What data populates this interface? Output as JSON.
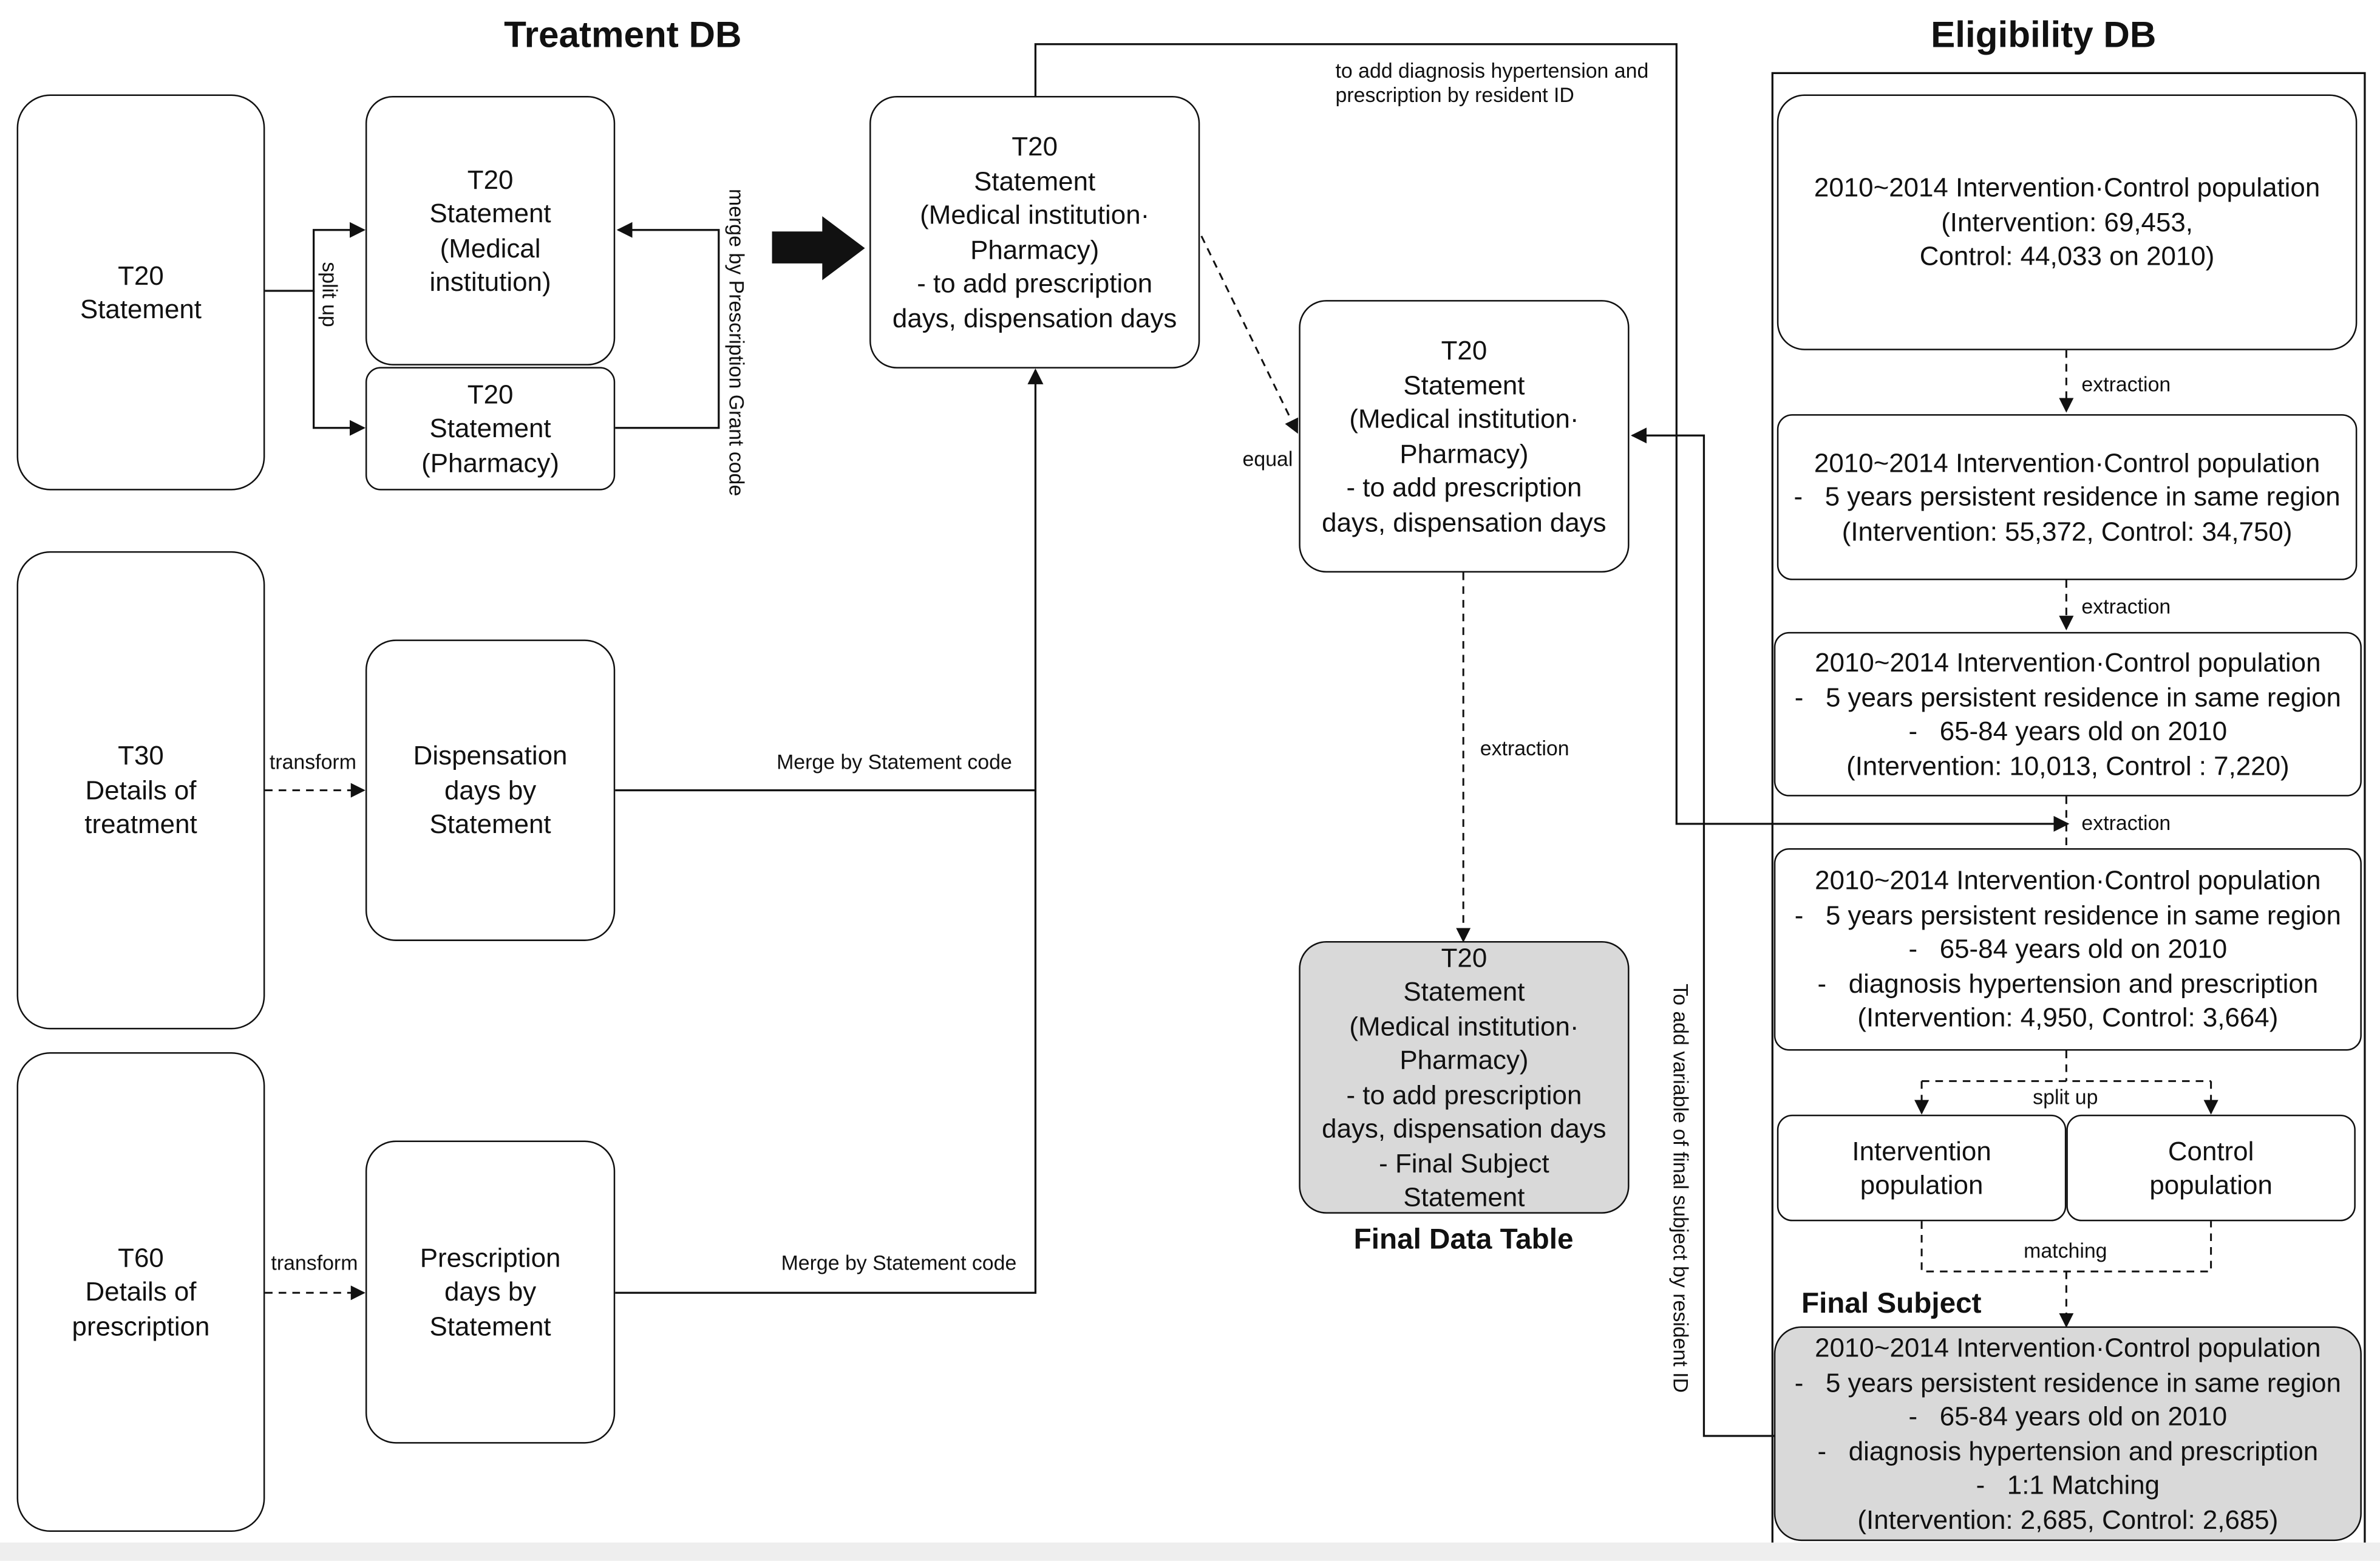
{
  "titles": {
    "treatment_db": "Treatment DB",
    "eligibility_db": "Eligibility DB",
    "final_data_table": "Final Data Table",
    "final_subject": "Final Subject"
  },
  "boxes": {
    "t20_statement": [
      "T20",
      "Statement"
    ],
    "t20_medical": [
      "T20",
      "Statement",
      "(Medical",
      "institution)"
    ],
    "t20_pharmacy": [
      "T20",
      "Statement",
      "(Pharmacy)"
    ],
    "t20_merged": [
      "T20",
      "Statement",
      "(Medical institution·",
      "Pharmacy)",
      "- to add prescription",
      "days, dispensation days"
    ],
    "t20_equal": [
      "T20",
      "Statement",
      "(Medical institution·",
      "Pharmacy)",
      "- to add prescription",
      "days, dispensation days"
    ],
    "t20_final": [
      "T20",
      "Statement",
      "(Medical institution·",
      "Pharmacy)",
      "- to add prescription",
      "days, dispensation days",
      "- Final Subject",
      "Statement"
    ],
    "t30_details": [
      "T30",
      "Details of",
      "treatment"
    ],
    "dispensation_days": [
      "Dispensation",
      "days by",
      "Statement"
    ],
    "t60_details": [
      "T60",
      "Details of",
      "prescription"
    ],
    "prescription_days": [
      "Prescription",
      "days by",
      "Statement"
    ],
    "elig_1": [
      "2010~2014 Intervention·Control population",
      "(Intervention: 69,453,",
      "Control: 44,033 on 2010)"
    ],
    "elig_2": [
      "2010~2014 Intervention·Control population",
      "-   5 years persistent residence in same region",
      "(Intervention: 55,372, Control: 34,750)"
    ],
    "elig_3": [
      "2010~2014 Intervention·Control population",
      "-   5 years persistent residence in same region",
      "-   65-84 years old on 2010",
      "(Intervention: 10,013, Control : 7,220)"
    ],
    "elig_4": [
      "2010~2014 Intervention·Control population",
      "-   5 years persistent residence in same region",
      "-   65-84 years old on 2010",
      "-   diagnosis hypertension and prescription",
      "(Intervention: 4,950, Control: 3,664)"
    ],
    "intervention_population": [
      "Intervention",
      "population"
    ],
    "control_population": [
      "Control",
      "population"
    ],
    "final_subject_box": [
      "2010~2014 Intervention·Control population",
      "-   5 years persistent residence in same region",
      "-   65-84 years old on 2010",
      "-   diagnosis hypertension and prescription",
      "-   1:1 Matching",
      "(Intervention: 2,685, Control: 2,685)"
    ]
  },
  "labels": {
    "split_up_left": "split up",
    "merge_by_grant": "merge by Prescription Grant code",
    "transform_1": "transform",
    "transform_2": "transform",
    "merge_statement_1": "Merge by Statement code",
    "merge_statement_2": "Merge by Statement code",
    "add_diagnosis": "to add diagnosis hypertension and\nprescription by resident ID",
    "equal": "equal",
    "extraction_center": "extraction",
    "extraction_1": "extraction",
    "extraction_2": "extraction",
    "extraction_3": "extraction",
    "split_up_right": "split up",
    "matching": "matching",
    "add_variable": "To add variable of final subject by resident ID"
  }
}
